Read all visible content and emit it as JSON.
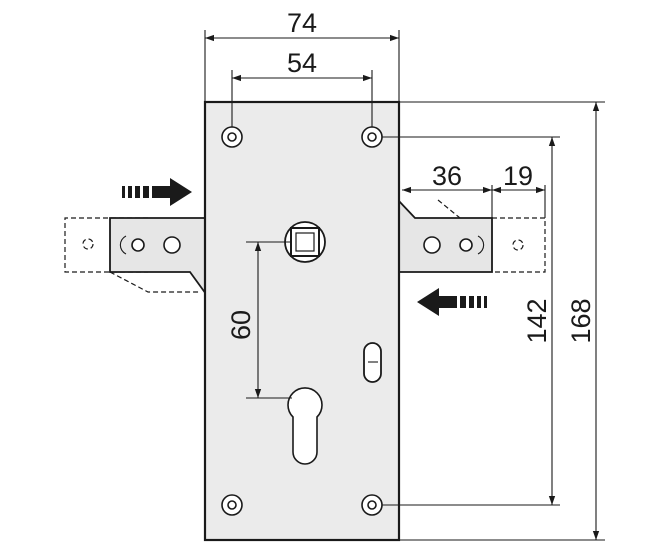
{
  "dimensions": {
    "total_width": "74",
    "hole_spacing_width": "54",
    "bolt_extension": "36",
    "bolt_tip": "19",
    "backset": "60",
    "hole_spacing_height": "142",
    "total_height": "168"
  },
  "colors": {
    "ink": "#1a1a1a",
    "plate": "#ebebeb",
    "background": "#ffffff"
  },
  "icons": {
    "arrow_in_top": "arrow-right-icon",
    "arrow_in_right": "arrow-left-icon"
  }
}
